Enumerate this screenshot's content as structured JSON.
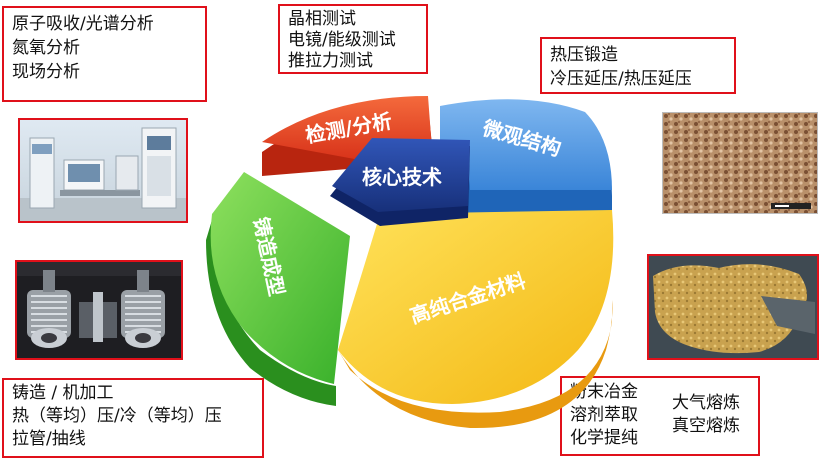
{
  "center": {
    "label": "核心技术"
  },
  "segments": {
    "testing": {
      "label": "检测/分析",
      "color": "#e8401f"
    },
    "micro": {
      "label": "微观结构",
      "color": "#3d8fe0"
    },
    "alloy": {
      "label": "高纯合金材料",
      "color": "#f7c21a"
    },
    "casting": {
      "label": "铸造成型",
      "color": "#4cc23a"
    }
  },
  "boxes": {
    "top_left": [
      "原子吸收/光谱分析",
      "氮氧分析",
      "现场分析"
    ],
    "top_center": [
      "晶相测试",
      "电镜/能级测试",
      "推拉力测试"
    ],
    "top_right": [
      "热压锻造",
      "冷压延压/热压延压"
    ],
    "bottom_left": [
      "铸造 / 机加工",
      "热（等均）压/冷（等均）压",
      "拉管/抽线"
    ],
    "bottom_right_col1": [
      "粉末冶金",
      "溶剂萃取",
      "化学提纯"
    ],
    "bottom_right_col2": [
      "大气熔炼",
      "真空熔炼"
    ]
  },
  "colors": {
    "frame": "#e0101a",
    "center": "#1f3f9a"
  }
}
